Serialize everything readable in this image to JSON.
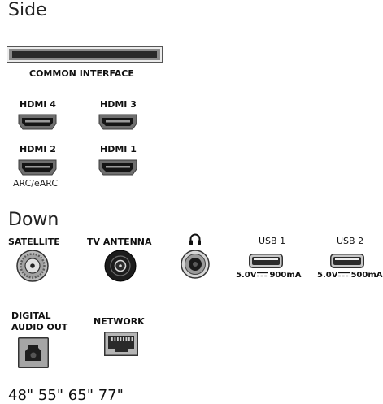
{
  "side": {
    "title": "Side",
    "ci_label": "COMMON INTERFACE",
    "hdmi4_label": "HDMI 4",
    "hdmi3_label": "HDMI 3",
    "hdmi2_label": "HDMI 2",
    "hdmi2_sub": "ARC/eARC",
    "hdmi1_label": "HDMI 1"
  },
  "down": {
    "title": "Down",
    "satellite_label": "SATELLITE",
    "antenna_label": "TV ANTENNA",
    "usb1_label": "USB 1",
    "usb1_power_prefix": "5.0V",
    "usb1_power_suffix": "900mA",
    "usb2_label": "USB 2",
    "usb2_power_prefix": "5.0V",
    "usb2_power_suffix": "500mA",
    "digital_audio_line1": "DIGITAL",
    "digital_audio_line2": "AUDIO OUT",
    "network_label": "NETWORK"
  },
  "footer": {
    "sizes": "48\" 55\" 65\" 77\""
  },
  "icons": [
    "ci-slot-icon",
    "hdmi-port-icon",
    "f-connector-icon",
    "coax-connector-icon",
    "headphones-icon",
    "headphone-jack-icon",
    "usb-port-icon",
    "optical-port-icon",
    "ethernet-port-icon"
  ]
}
